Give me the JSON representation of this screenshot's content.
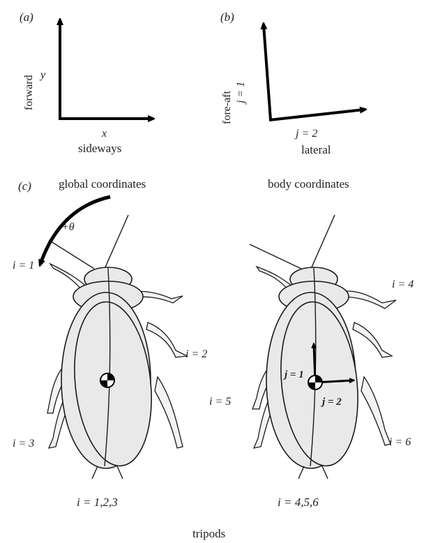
{
  "panel_a": {
    "tag": "(a)",
    "y_axis_name": "forward",
    "y_var": "y",
    "x_var": "x",
    "x_axis_name": "sideways",
    "caption": "global coordinates"
  },
  "panel_b": {
    "tag": "(b)",
    "axis1_name": "fore-aft",
    "axis1_var": "j = 1",
    "axis2_var": "j = 2",
    "axis2_name": "lateral",
    "caption": "body coordinates"
  },
  "panel_c": {
    "tag": "(c)",
    "theta_label": "+θ",
    "left_legs": {
      "l1": "i = 1",
      "l2": "i = 2",
      "l3": "i = 3"
    },
    "right_legs": {
      "l4": "i = 4",
      "l5": "i = 5",
      "l6": "i = 6"
    },
    "right_vec1": "j = 1",
    "right_vec2": "j = 2",
    "left_tripod": "i = 1,2,3",
    "right_tripod": "i = 4,5,6",
    "footer": "tripods"
  }
}
